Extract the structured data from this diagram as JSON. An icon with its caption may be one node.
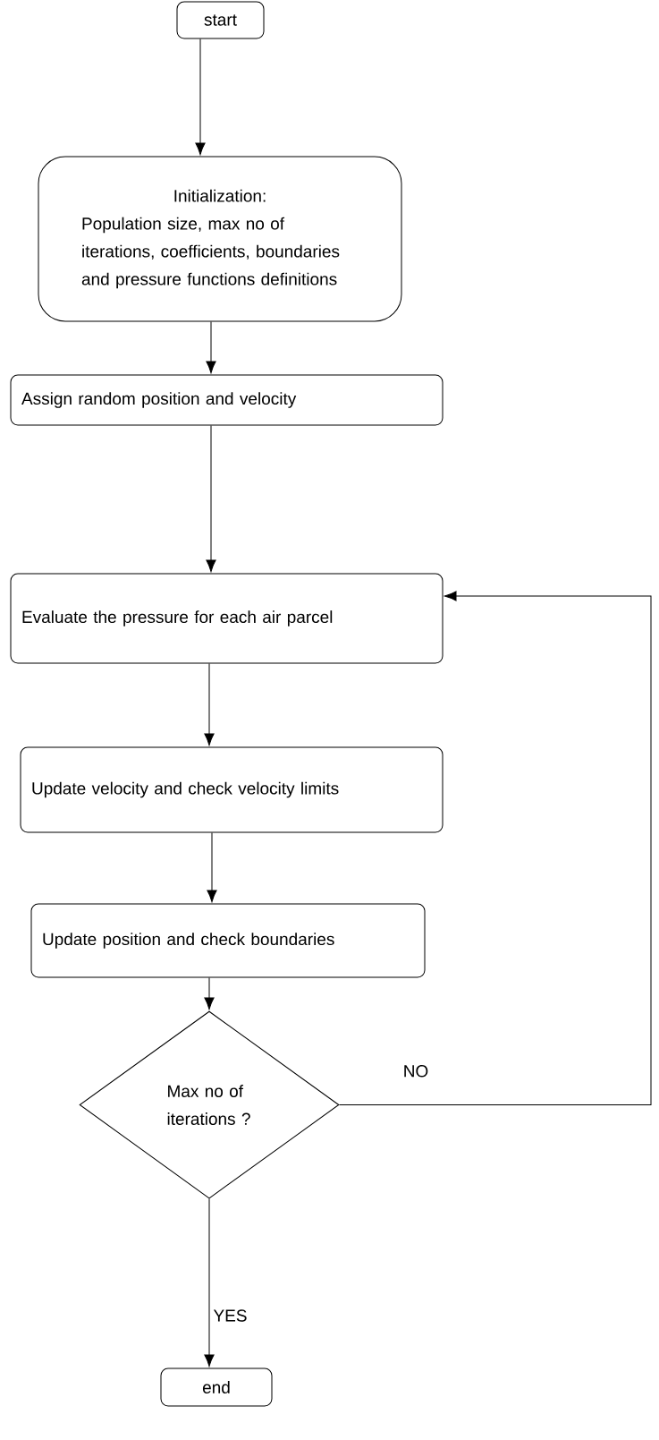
{
  "diagram": {
    "nodes": [
      {
        "text": [
          "start"
        ]
      },
      {
        "text": [
          "Initialization:",
          "Population size, max no of iterations, coefficients, boundaries and pressure functions definitions"
        ]
      },
      {
        "text": [
          "Assign random position and velocity"
        ]
      },
      {
        "text": [
          "Evaluate the pressure for each air parcel"
        ]
      },
      {
        "text": [
          "Update velocity and check velocity limits"
        ]
      },
      {
        "text": [
          "Update position and check boundaries"
        ]
      },
      {
        "text": [
          "Max no of iterations ?"
        ]
      },
      {
        "text": [
          "end"
        ]
      }
    ],
    "edges": [
      {
        "from": 0,
        "to": 1,
        "arrow": "to"
      },
      {
        "from": 1,
        "to": 2,
        "arrow": "to"
      },
      {
        "from": 2,
        "to": 3,
        "arrow": "to"
      },
      {
        "from": 3,
        "to": 4,
        "arrow": "to"
      },
      {
        "from": 4,
        "to": 5,
        "arrow": "to"
      },
      {
        "from": 5,
        "to": 6,
        "arrow": "to"
      },
      {
        "from": 6,
        "to": 7,
        "label": "YES",
        "arrow": "to"
      },
      {
        "from": 6,
        "to": 3,
        "label": "NO",
        "arrow": "to"
      }
    ]
  }
}
